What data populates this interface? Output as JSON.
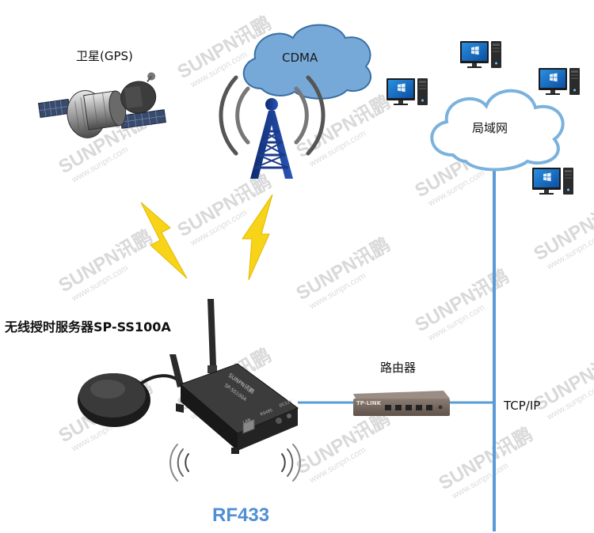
{
  "labels": {
    "satellite": "卫星(GPS)",
    "cdma": "CDMA",
    "lan": "局域网",
    "device": "无线授时服务器SP-SS100A",
    "router": "路由器",
    "tcpip": "TCP/IP",
    "rf": "RF433"
  },
  "device_panel": {
    "brand": "SUNPN讯鹏",
    "model": "SP-SS100A",
    "ports": [
      "LAN",
      "RS485",
      "DC12V"
    ]
  },
  "router_panel": {
    "brand": "TP-LINK"
  },
  "watermark": {
    "brand": "SUNPN讯鹏",
    "url": "www.sunpn.com"
  },
  "icons": [
    "satellite-icon",
    "cdma-tower-icon",
    "cloud-icon",
    "computer-icon",
    "lightning-icon",
    "gps-antenna-icon",
    "server-icon",
    "router-icon",
    "wireless-wave-icon"
  ],
  "colors": {
    "cloud_fill": "#76a9d8",
    "cloud_stroke": "#3a6fa3",
    "lan_cloud_stroke": "#7ab2de",
    "line": "#5b9bd5",
    "lightning": "#f7d417",
    "tower": "#1a3a8c",
    "rf_text": "#4f8fd3"
  }
}
